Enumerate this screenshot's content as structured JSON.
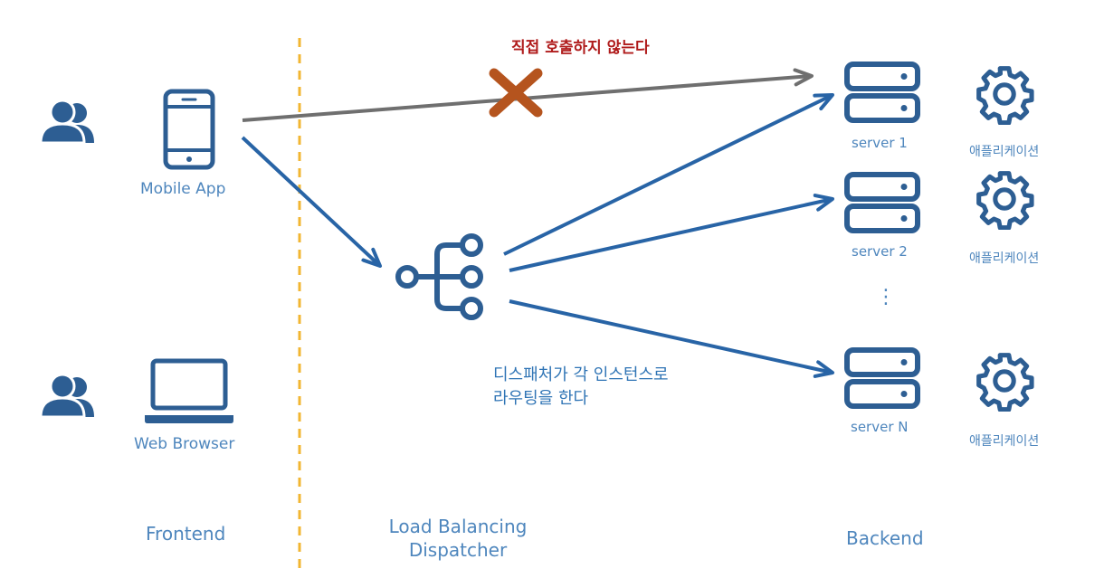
{
  "colors": {
    "icon_blue": "#2d5e93",
    "arrow_blue": "#2864a6",
    "arrow_gray": "#6f6f6f",
    "divider": "#f2b632",
    "cross": "#b5541e",
    "text_blue": "#4e86bd",
    "text_red": "#b01c1c"
  },
  "frontend": {
    "section_label": "Frontend",
    "mobile_label": "Mobile App",
    "browser_label": "Web Browser"
  },
  "dispatcher": {
    "section_label": "Load Balancing\nDispatcher",
    "note": "디스패처가 각 인스턴스로\n라우팅을 한다"
  },
  "direct_call_note": "직접 호출하지 않는다",
  "backend": {
    "section_label": "Backend",
    "servers": [
      {
        "label": "server 1",
        "app_label": "애플리케이션"
      },
      {
        "label": "server 2",
        "app_label": "애플리케이션"
      },
      {
        "label": "server N",
        "app_label": "애플리케이션"
      }
    ],
    "ellipsis": "⋮"
  }
}
